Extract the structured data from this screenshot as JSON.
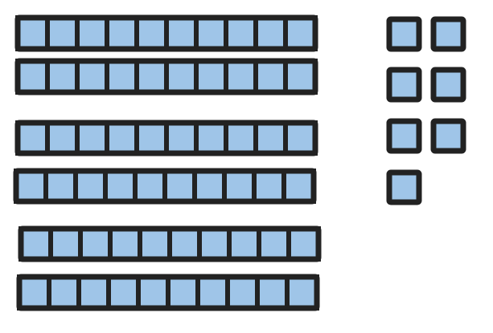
{
  "diagram": {
    "type": "base-ten-blocks",
    "tens_rods": 6,
    "units_per_rod": 10,
    "ones_cubes": 7,
    "colors": {
      "fill": "#9fc5e8",
      "stroke": "#222222"
    }
  }
}
